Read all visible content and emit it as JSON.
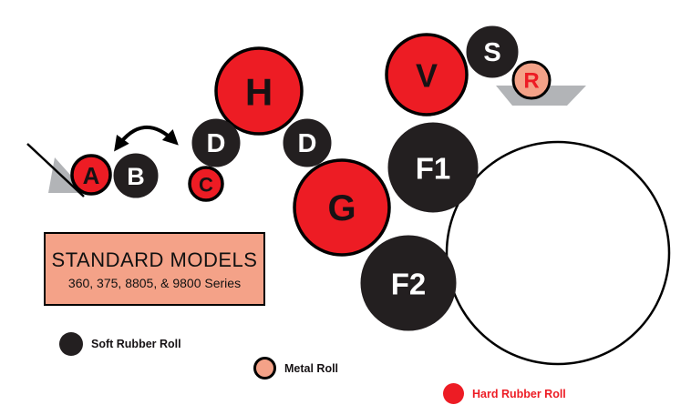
{
  "models_box": {
    "title": "STANDARD MODELS",
    "subtitle": "360, 375, 8805, & 9800 Series"
  },
  "rollers": [
    {
      "id": "A",
      "label": "A",
      "type": "hard_rubber"
    },
    {
      "id": "B",
      "label": "B",
      "type": "soft_rubber"
    },
    {
      "id": "C",
      "label": "C",
      "type": "hard_rubber"
    },
    {
      "id": "D-left",
      "label": "D",
      "type": "soft_rubber"
    },
    {
      "id": "H",
      "label": "H",
      "type": "hard_rubber"
    },
    {
      "id": "D-right",
      "label": "D",
      "type": "soft_rubber"
    },
    {
      "id": "G",
      "label": "G",
      "type": "hard_rubber"
    },
    {
      "id": "F1",
      "label": "F1",
      "type": "soft_rubber"
    },
    {
      "id": "F2",
      "label": "F2",
      "type": "soft_rubber"
    },
    {
      "id": "V",
      "label": "V",
      "type": "hard_rubber"
    },
    {
      "id": "S",
      "label": "S",
      "type": "soft_rubber"
    },
    {
      "id": "R",
      "label": "R",
      "type": "metal"
    }
  ],
  "legend": [
    {
      "label": "Soft Rubber Roll",
      "type": "soft_rubber"
    },
    {
      "label": "Metal Roll",
      "type": "metal"
    },
    {
      "label": "Hard Rubber Roll",
      "type": "hard_rubber"
    }
  ],
  "colors": {
    "hard": "#ed1c24",
    "soft": "#231f20",
    "metal": "#f4a288",
    "gray": "#b2b4b7"
  }
}
